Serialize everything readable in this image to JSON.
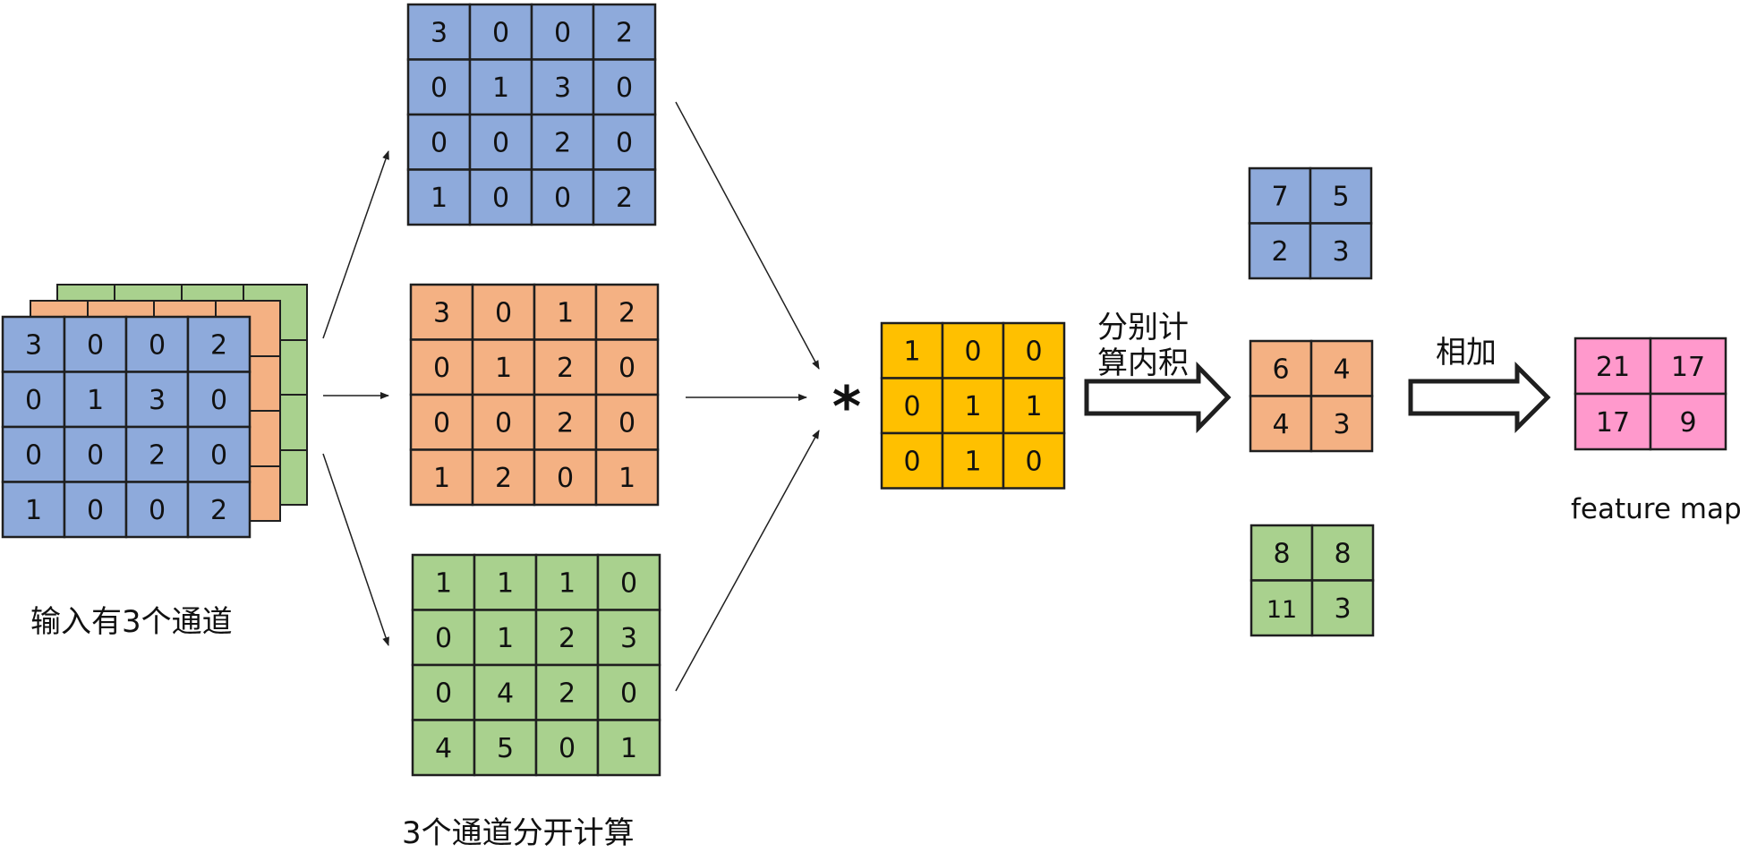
{
  "colors": {
    "blue": "#8eaadb",
    "orange": "#f4b183",
    "green": "#a9d18e",
    "yellow": "#ffc000",
    "pink": "#ff99cc",
    "stroke": "#1f1f1f"
  },
  "input": {
    "label": "输入有3个通道",
    "front": [
      [
        "3",
        "0",
        "0",
        "2"
      ],
      [
        "0",
        "1",
        "3",
        "0"
      ],
      [
        "0",
        "0",
        "2",
        "0"
      ],
      [
        "1",
        "0",
        "0",
        "2"
      ]
    ]
  },
  "channels": {
    "label": "3个通道分开计算",
    "blue": [
      [
        "3",
        "0",
        "0",
        "2"
      ],
      [
        "0",
        "1",
        "3",
        "0"
      ],
      [
        "0",
        "0",
        "2",
        "0"
      ],
      [
        "1",
        "0",
        "0",
        "2"
      ]
    ],
    "orange": [
      [
        "3",
        "0",
        "1",
        "2"
      ],
      [
        "0",
        "1",
        "2",
        "0"
      ],
      [
        "0",
        "0",
        "2",
        "0"
      ],
      [
        "1",
        "2",
        "0",
        "1"
      ]
    ],
    "green": [
      [
        "1",
        "1",
        "1",
        "0"
      ],
      [
        "0",
        "1",
        "2",
        "3"
      ],
      [
        "0",
        "4",
        "2",
        "0"
      ],
      [
        "4",
        "5",
        "0",
        "1"
      ]
    ]
  },
  "operator": "*",
  "kernel": [
    [
      "1",
      "0",
      "0"
    ],
    [
      "0",
      "1",
      "1"
    ],
    [
      "0",
      "1",
      "0"
    ]
  ],
  "step1": {
    "line1": "分别计",
    "line2": "算内积"
  },
  "results": {
    "blue": [
      [
        "7",
        "5"
      ],
      [
        "2",
        "3"
      ]
    ],
    "orange": [
      [
        "6",
        "4"
      ],
      [
        "4",
        "3"
      ]
    ],
    "green": [
      [
        "8",
        "8"
      ],
      [
        "11",
        "3"
      ]
    ]
  },
  "step2": {
    "label": "相加"
  },
  "feature_map": {
    "label": "feature map",
    "values": [
      [
        "21",
        "17"
      ],
      [
        "17",
        "9"
      ]
    ]
  }
}
